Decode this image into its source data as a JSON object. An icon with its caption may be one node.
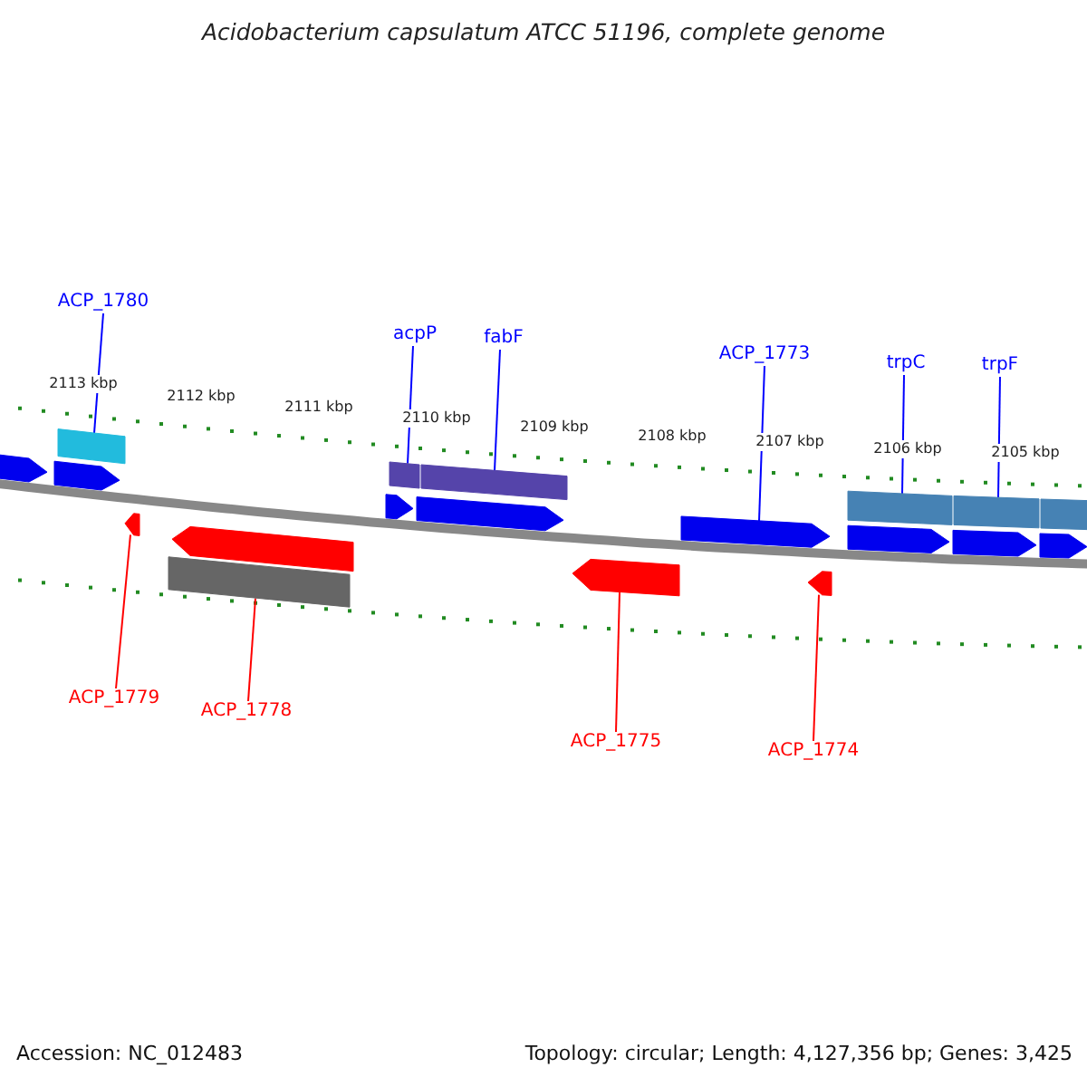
{
  "diagram": {
    "title": "Acidobacterium capsulatum ATCC 51196, complete genome",
    "nodes": [
      {
        "text": [
          "ACP_1780"
        ]
      },
      {
        "text": [
          "acpP"
        ]
      },
      {
        "text": [
          "fabF"
        ]
      },
      {
        "text": [
          "ACP_1773"
        ]
      },
      {
        "text": [
          "trpC"
        ]
      },
      {
        "text": [
          "trpF"
        ]
      },
      {
        "text": [
          "ACP_1779"
        ]
      },
      {
        "text": [
          "ACP_1778"
        ]
      },
      {
        "text": [
          "ACP_1775"
        ]
      },
      {
        "text": [
          "ACP_1774"
        ]
      },
      {
        "text": [],
        "shape": "pentagon"
      },
      {
        "text": [],
        "shape": "bar"
      },
      {
        "text": [],
        "shape": "pentagon"
      },
      {
        "text": [],
        "shape": "pentagon"
      },
      {
        "text": [],
        "shape": "pentagon"
      },
      {
        "text": [],
        "shape": "bar"
      },
      {
        "text": [],
        "shape": "bar"
      },
      {
        "text": [],
        "shape": "bar"
      },
      {
        "text": [],
        "shape": "pentagon"
      },
      {
        "text": [],
        "shape": "pentagon"
      },
      {
        "text": [],
        "shape": "pentagon"
      },
      {
        "text": [],
        "shape": "pentagon"
      },
      {
        "text": [],
        "shape": "pentagon"
      },
      {
        "text": [],
        "shape": "bar"
      },
      {
        "text": [],
        "shape": "bar"
      },
      {
        "text": [],
        "shape": "bar"
      },
      {
        "text": [],
        "shape": "pentagon"
      },
      {
        "text": [],
        "shape": "pentagon"
      },
      {
        "text": [],
        "shape": "pentagon"
      }
    ],
    "edges": [
      {
        "from": 0,
        "to": 11,
        "arrow": "none"
      },
      {
        "from": 1,
        "to": 16,
        "arrow": "none"
      },
      {
        "from": 2,
        "to": 17,
        "arrow": "none"
      },
      {
        "from": 3,
        "to": 21,
        "arrow": "none"
      },
      {
        "from": 4,
        "to": 23,
        "arrow": "none"
      },
      {
        "from": 5,
        "to": 24,
        "arrow": "none"
      },
      {
        "from": 6,
        "to": 13,
        "arrow": "none",
        "color": "#ff0000"
      },
      {
        "from": 7,
        "to": 15,
        "arrow": "none",
        "color": "#ff0000"
      },
      {
        "from": 8,
        "to": 20,
        "arrow": "none",
        "color": "#ff0000"
      },
      {
        "from": 9,
        "to": 22,
        "arrow": "none",
        "color": "#ff0000"
      }
    ],
    "labels": [
      "2113 kbp",
      "2112 kbp",
      "2111 kbp",
      "2110 kbp",
      "2109 kbp",
      "2108 kbp",
      "2107 kbp",
      "2106 kbp",
      "2105 kbp",
      "Accession: NC_012483",
      "Topology: circular; Length: 4,127,356 bp; Genes: 3,425"
    ]
  }
}
